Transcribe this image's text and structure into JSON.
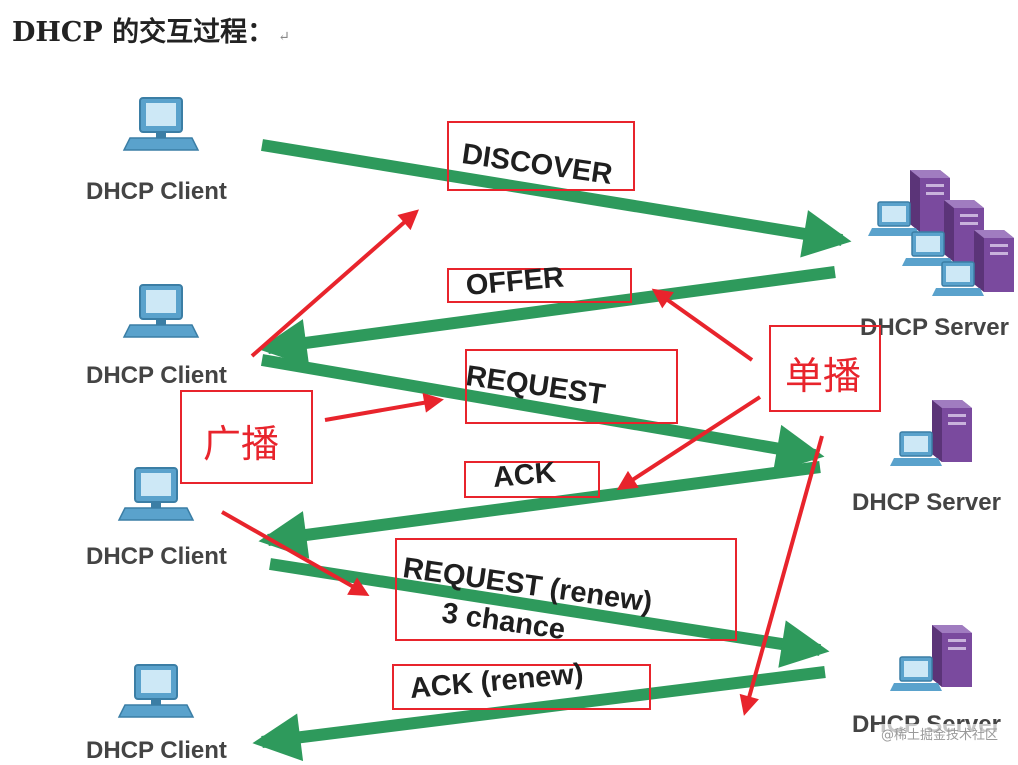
{
  "heading": {
    "title": "DHCP 的交互过程：",
    "mark": "↵"
  },
  "clients": [
    {
      "label": "DHCP Client"
    },
    {
      "label": "DHCP Client"
    },
    {
      "label": "DHCP Client"
    },
    {
      "label": "DHCP Client"
    }
  ],
  "servers": [
    {
      "label": "DHCP Server"
    },
    {
      "label": "DHCP Server"
    },
    {
      "label": "DHCP Server"
    }
  ],
  "messages": [
    {
      "label": "DISCOVER"
    },
    {
      "label": "OFFER"
    },
    {
      "label": "REQUEST"
    },
    {
      "label": "ACK"
    },
    {
      "label": "REQUEST (renew)"
    },
    {
      "label": "3 chance"
    },
    {
      "label": "ACK (renew)"
    }
  ],
  "annotations": {
    "broadcast": "广播",
    "unicast": "单播"
  },
  "watermark": "@稀土掘金技术社区",
  "colors": {
    "arrow_green": "#2e9a5c",
    "annotation_red": "#e8242c",
    "server_purple": "#7a4a9e",
    "monitor_blue": "#5aa2cc"
  }
}
